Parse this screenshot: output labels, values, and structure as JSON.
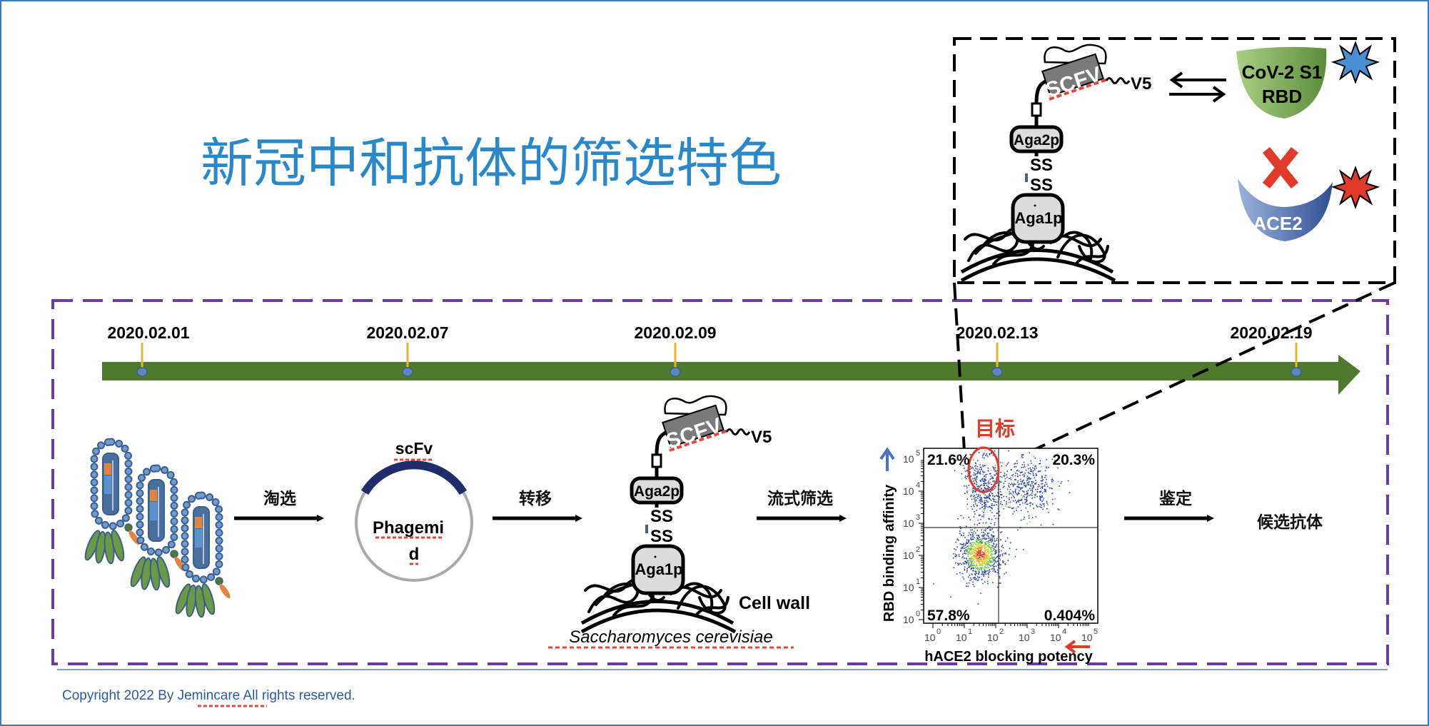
{
  "title": "新冠中和抗体的筛选特色",
  "colors": {
    "title": "#2a88c8",
    "timeline": "#4f7a2e",
    "tick": "#e8b430",
    "dot": "#5b86c0",
    "frame": "#6a3d9a",
    "copyright": "#2b5aa0",
    "accent_red": "#e03a2a"
  },
  "timeline": {
    "dates": [
      "2020.02.01",
      "2020.02.07",
      "2020.02.09",
      "2020.02.13",
      "2020.02.19"
    ]
  },
  "steps": {
    "arrow1": "淘选",
    "arrow2": "转移",
    "arrow3": "流式筛选",
    "arrow4": "鉴定",
    "result": "候选抗体"
  },
  "phagemid": {
    "insert": "scFv",
    "label_line1": "Phagemi",
    "label_line2": "d"
  },
  "yeast_display": {
    "scfv": "SCFV",
    "tag": "V5",
    "aga2p": "Aga2p",
    "ss": "SS",
    "aga1p": "Aga1p",
    "cell_wall": "Cell wall",
    "species": "Saccharomyces cerevisiae"
  },
  "inset": {
    "rbd_line1": "CoV-2 S1",
    "rbd_line2": "RBD",
    "ace2": "ACE2"
  },
  "facs": {
    "target_label": "目标",
    "xlabel": "hACE2 blocking potency",
    "ylabel": "RBD binding affinity",
    "tick_base": "10",
    "tick_exponents": [
      "0",
      "1",
      "2",
      "3",
      "4",
      "5"
    ],
    "quadrants": {
      "ul": "21.6%",
      "ur": "20.3%",
      "ll": "57.8%",
      "lr": "0.404%"
    },
    "clusters_log": [
      {
        "x": 1.5,
        "y": 2.05,
        "sx": 0.35,
        "sy": 0.38,
        "n": 900,
        "dense": true
      },
      {
        "x": 1.6,
        "y": 4.1,
        "sx": 0.3,
        "sy": 0.6,
        "n": 450,
        "dense": false
      },
      {
        "x": 3.0,
        "y": 4.2,
        "sx": 0.45,
        "sy": 0.45,
        "n": 420,
        "dense": false
      }
    ]
  },
  "footer": {
    "copyright_pre": "Copyright 2022 By ",
    "company": "Jemincare",
    "copyright_post": " All rights reserved."
  }
}
